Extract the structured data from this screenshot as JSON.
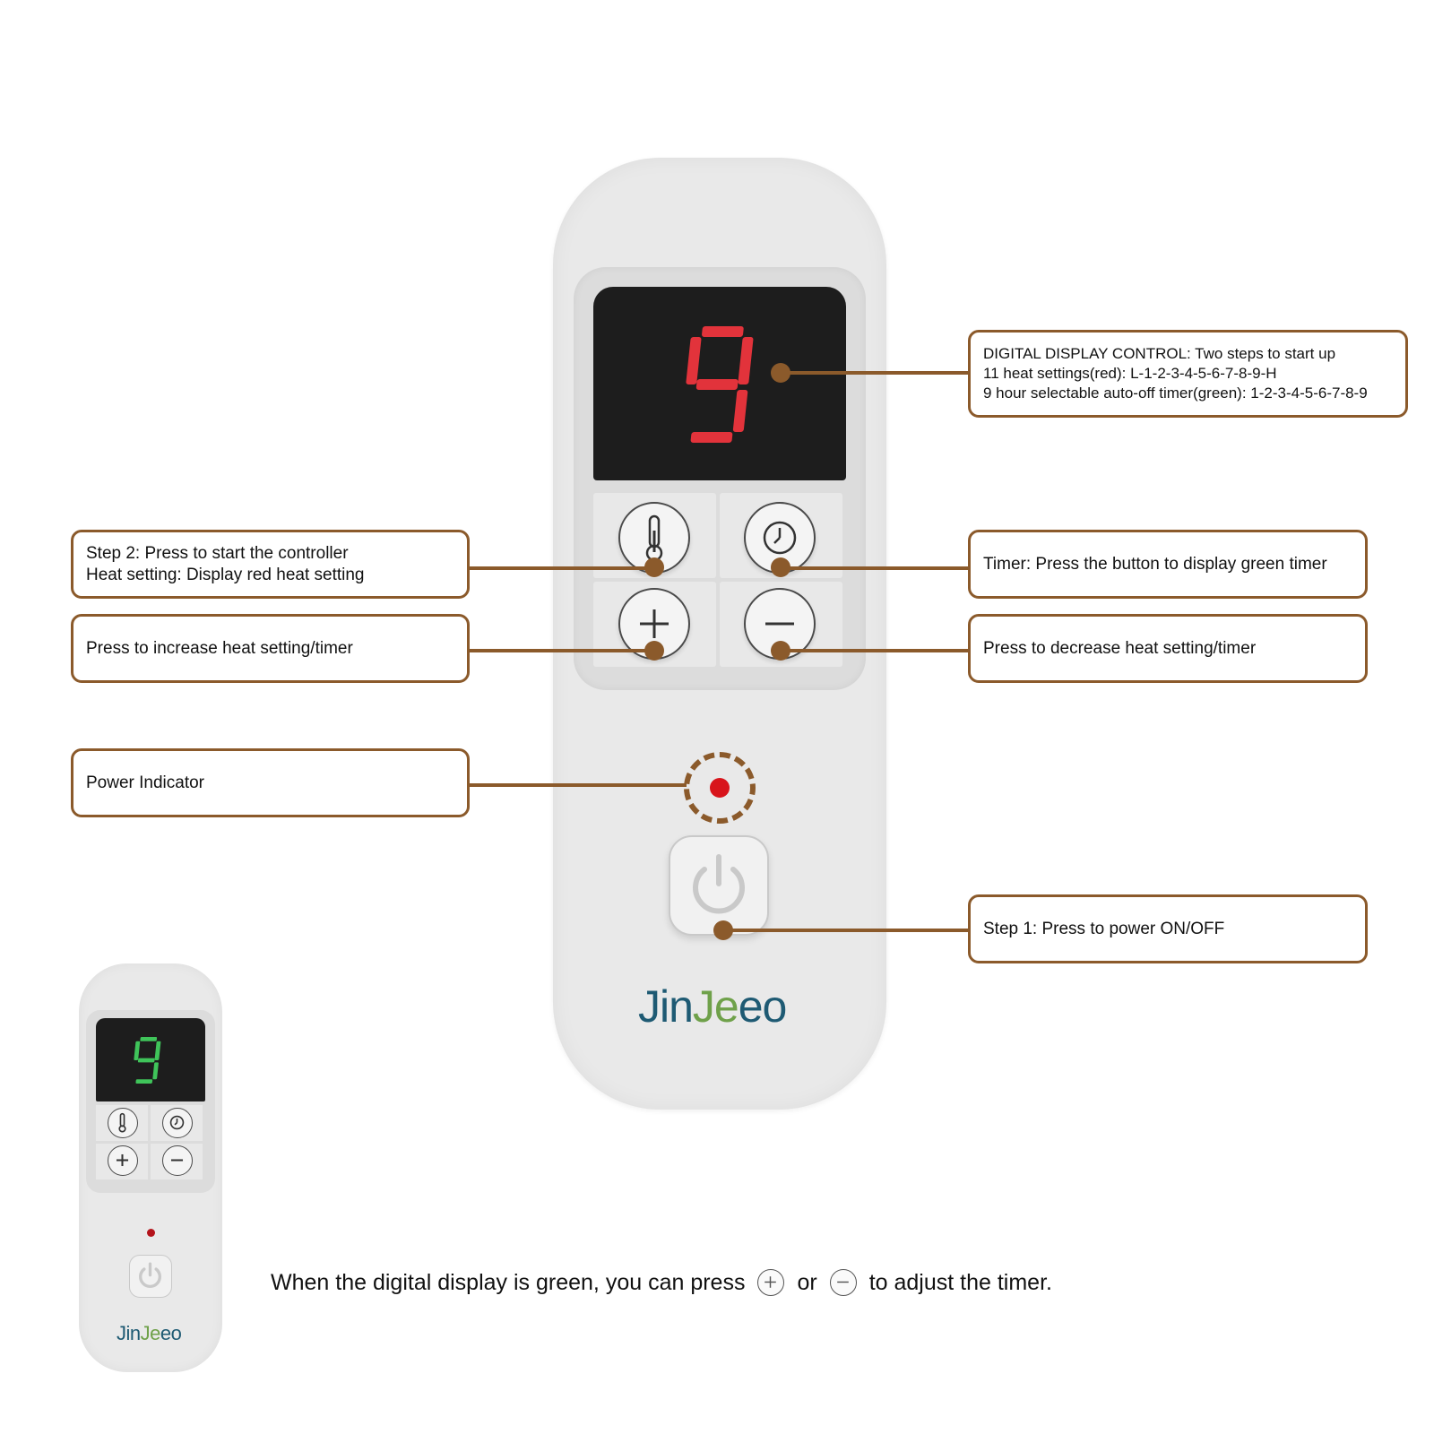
{
  "brand": {
    "part1": "Jin",
    "part2": "Je",
    "part3": "eo"
  },
  "display": {
    "digit": "9",
    "main_color": "#e2333b",
    "mini_color": "#3fc45a"
  },
  "callouts": {
    "digital_display": {
      "lines": [
        "DIGITAL DISPLAY CONTROL: Two steps to start up",
        "11 heat settings(red): L-1-2-3-4-5-6-7-8-9-H",
        "9 hour selectable auto-off timer(green): 1-2-3-4-5-6-7-8-9"
      ]
    },
    "heat_setting": {
      "lines": [
        "Step 2: Press to start the controller",
        "Heat setting: Display red heat setting"
      ]
    },
    "timer": {
      "lines": [
        "Timer: Press the button to display green timer"
      ]
    },
    "increase": {
      "lines": [
        "Press to increase heat setting/timer"
      ]
    },
    "decrease": {
      "lines": [
        "Press to decrease heat setting/timer"
      ]
    },
    "power_indicator": {
      "lines": [
        "Power Indicator"
      ]
    },
    "power": {
      "lines": [
        "Step 1: Press to power ON/OFF"
      ]
    }
  },
  "instruction": {
    "part1": "When the digital display is green, you can press",
    "part2": "or",
    "part3": "to adjust the timer."
  },
  "icons": {
    "thermometer": "thermometer-icon",
    "timer": "clock-icon",
    "plus": "plus-icon",
    "minus": "minus-icon",
    "power": "power-icon"
  },
  "colors": {
    "accent": "#8b5a2b",
    "indicator": "#d8141b",
    "logo_blue": "#1e5a73",
    "logo_green": "#6fa14a"
  }
}
